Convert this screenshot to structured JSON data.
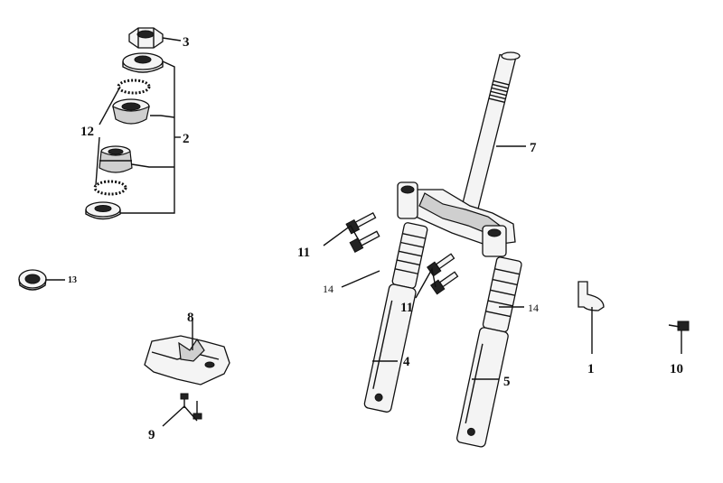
{
  "callouts": {
    "c1": "1",
    "c2": "2",
    "c3": "3",
    "c4": "4",
    "c5": "5",
    "c7": "7",
    "c8": "8",
    "c9": "9",
    "c10": "10",
    "c11a": "11",
    "c11b": "11",
    "c12": "12",
    "c13": "13",
    "c14a": "14",
    "c14b": "14"
  }
}
